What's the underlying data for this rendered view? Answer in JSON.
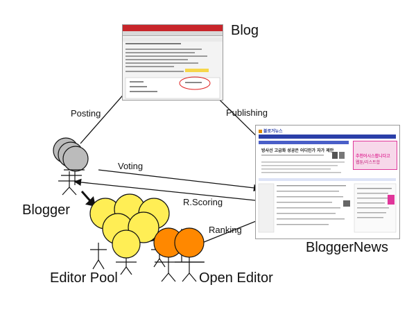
{
  "nodes": {
    "blog": "Blog",
    "blogger_news": "BloggerNews",
    "blogger": "Blogger",
    "editor_pool": "Editor Pool",
    "open_editor": "Open Editor"
  },
  "edges": {
    "posting": "Posting",
    "publishing": "Publishing",
    "voting": "Voting",
    "r_scoring": "R.Scoring",
    "ranking": "Ranking"
  },
  "news_screenshot": {
    "site_title": "블로거뉴스",
    "headline": "방사선 고급화 성공은 어디인가 자가 제안",
    "ad_line1": "추천어시스합니다고",
    "ad_line2": "웹툰/리스트합"
  },
  "colors": {
    "editor_pool": "#ffee55",
    "open_editor": "#ff8800",
    "blogger": "#bbbbbb",
    "screenshot_accent": "#2a3fa8",
    "ad_pink": "#e0369a"
  }
}
